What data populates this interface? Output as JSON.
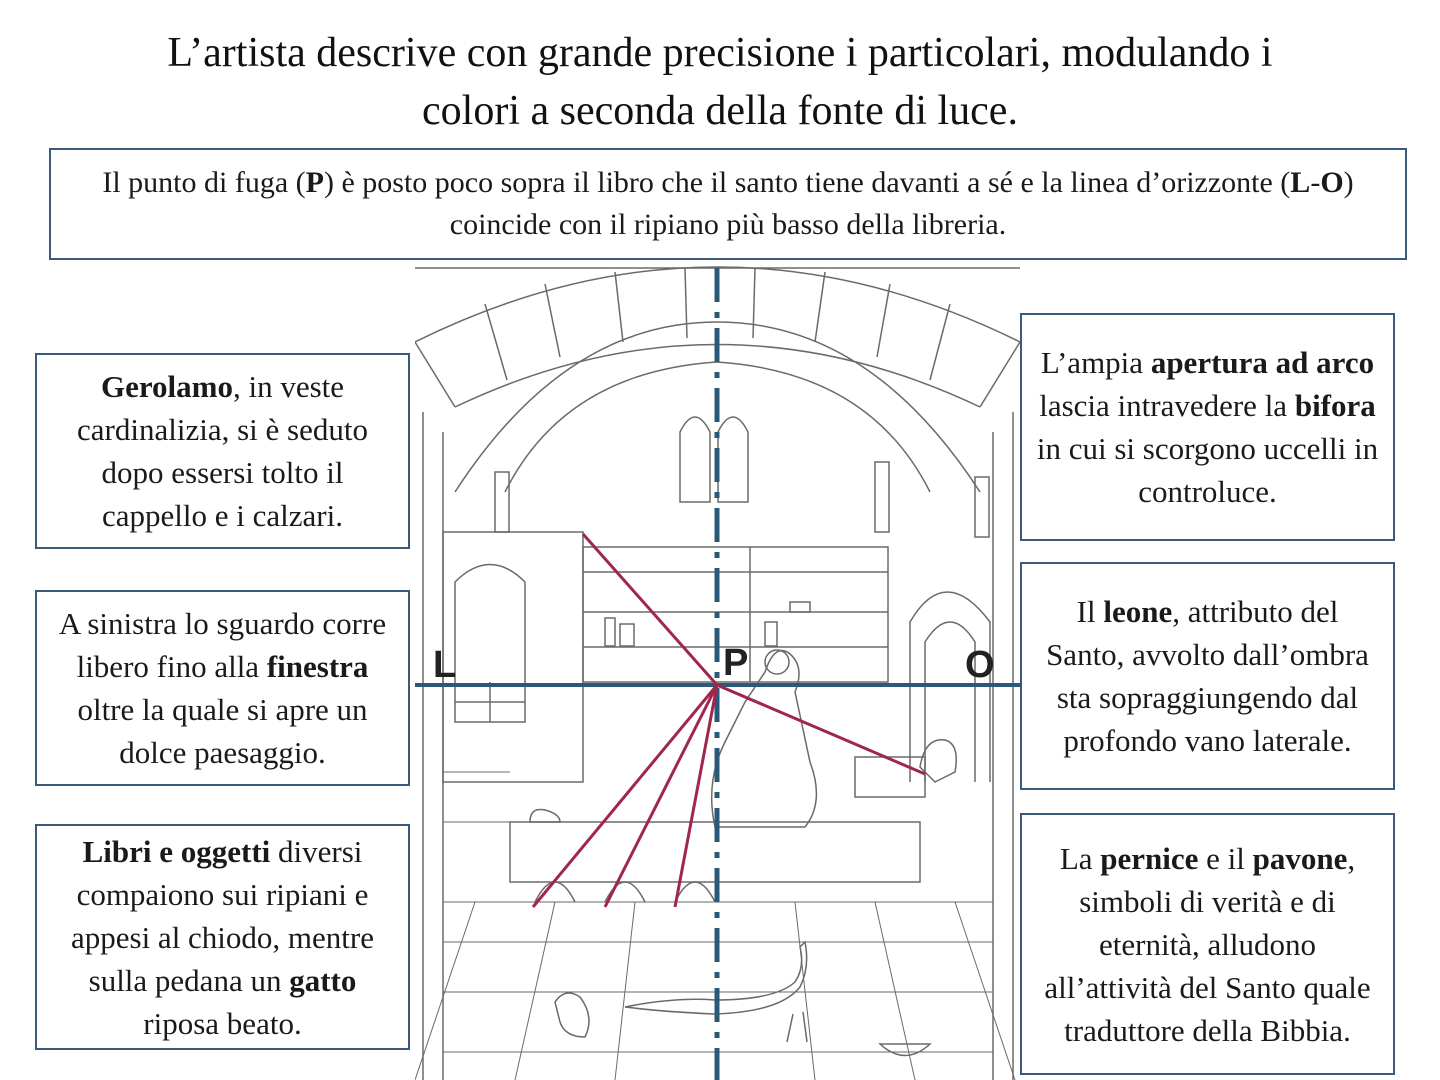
{
  "title": {
    "line1": "L’artista descrive con grande precisione i particolari, modulando i",
    "line2": "colori a seconda della fonte di luce."
  },
  "intro": {
    "t1": "Il punto di fuga (",
    "p": "P",
    "t2": ") è posto poco sopra il libro che il santo tiene davanti a sé e la linea d’orizzonte (",
    "l": "L",
    "dash": "-",
    "o": "O",
    "t3": ") coincide con il ripiano più basso della libreria."
  },
  "boxes": {
    "gerolamo": {
      "b1": "Gerolamo",
      "t1": ", in veste cardinalizia, si è seduto dopo essersi tolto il cappello e i calzari."
    },
    "finestra": {
      "t1": "A sinistra lo sguardo corre libero fino alla ",
      "b1": "finestra",
      "t2": " oltre la quale si apre un dolce paesaggio."
    },
    "libri": {
      "b1": "Libri e oggetti",
      "t1": " diversi compaiono sui ripiani e appesi al chiodo, mentre sulla pedana un ",
      "b2": "gatto",
      "t2": " riposa beato."
    },
    "apertura": {
      "t1": "L’ampia ",
      "b1": "apertura ad arco",
      "t2": "  lascia intravedere la ",
      "b2": "bifora",
      "t3": " in cui si scorgono uccelli in controluce."
    },
    "leone": {
      "t1": "Il ",
      "b1": "leone",
      "t2": ", attributo del Santo, avvolto dall’ombra sta sopraggiungendo dal profondo vano laterale."
    },
    "pernice": {
      "t1": "La ",
      "b1": "pernice",
      "t2": " e il ",
      "b2": "pavone",
      "t3": ", simboli di verità e di eternità, alludono all’attività del Santo quale traduttore della Bibbia."
    }
  },
  "illustration": {
    "label_l": "L",
    "label_p": "P",
    "label_o": "O",
    "colors": {
      "border": "#3b5a7c",
      "horizon": "#2a5a78",
      "rays": "#a0264f",
      "drawing": "#6a6a6a"
    }
  }
}
